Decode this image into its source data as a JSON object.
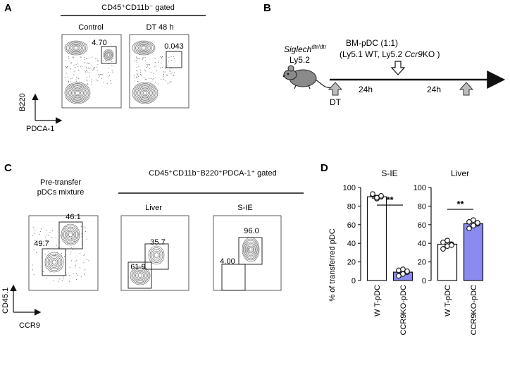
{
  "panel_a": {
    "letter": "A",
    "gate_label_html": "CD45⁺CD11b⁻ gated",
    "columns": [
      "Control",
      "DT 48 h"
    ],
    "gate_values": [
      "4.70",
      "0.043"
    ],
    "y_axis": "B220",
    "x_axis": "PDCA-1"
  },
  "panel_b": {
    "letter": "B",
    "mouse_label_1": "Siglech",
    "mouse_label_1_sup": "dtr/dtr",
    "mouse_label_2": "Ly5.2",
    "transfer_label_1": "BM-pDC (1:1)",
    "transfer_label_2_a": "(Ly5.1 WT, Ly5.2 ",
    "transfer_label_2_b": "Ccr9",
    "transfer_label_2_c": "KO )",
    "interval_1": "24h",
    "interval_2": "24h",
    "dt_label": "DT"
  },
  "panel_c": {
    "letter": "C",
    "gate_label": "CD45⁺CD11b⁻B220⁺PDCA-1⁺ gated",
    "columns": [
      "Pre-transfer\npDCs mixture",
      "Liver",
      "S-IE"
    ],
    "pretransfer_values": [
      "46.1",
      "49.7"
    ],
    "liver_values": [
      "35.7",
      "61.9"
    ],
    "sie_values": [
      "96.0",
      "4.00"
    ],
    "y_axis": "CD45.1",
    "x_axis": "CCR9"
  },
  "panel_d": {
    "letter": "D",
    "y_axis_label": "% of transferred pDC",
    "significance": "**"
  },
  "colors": {
    "wt_bar": "#ffffff",
    "ko_bar": "#8b8bef",
    "ink": "#111111"
  },
  "chart_data": [
    {
      "type": "bar",
      "title": "S-IE",
      "categories": [
        "W T-pDC",
        "CCR9KO-pDC"
      ],
      "values": [
        90,
        9
      ],
      "error": [
        1.5,
        1.5
      ],
      "points": [
        [
          92,
          88,
          90,
          93,
          89,
          91
        ],
        [
          5,
          7,
          9,
          11,
          12,
          10
        ]
      ],
      "ylim": [
        0,
        100
      ],
      "yticks": [
        0,
        20,
        40,
        60,
        80,
        100
      ],
      "ylabel": "% of transferred pDC",
      "significance": "**"
    },
    {
      "type": "bar",
      "title": "Liver",
      "categories": [
        "W T-pDC",
        "CCR9KO-pDC"
      ],
      "values": [
        39,
        61
      ],
      "error": [
        2.5,
        2.5
      ],
      "points": [
        [
          34,
          37,
          39,
          41,
          43,
          38
        ],
        [
          56,
          59,
          61,
          63,
          65,
          62
        ]
      ],
      "ylim": [
        0,
        100
      ],
      "yticks": [
        0,
        20,
        40,
        60,
        80,
        100
      ],
      "ylabel": "",
      "significance": "**"
    }
  ]
}
